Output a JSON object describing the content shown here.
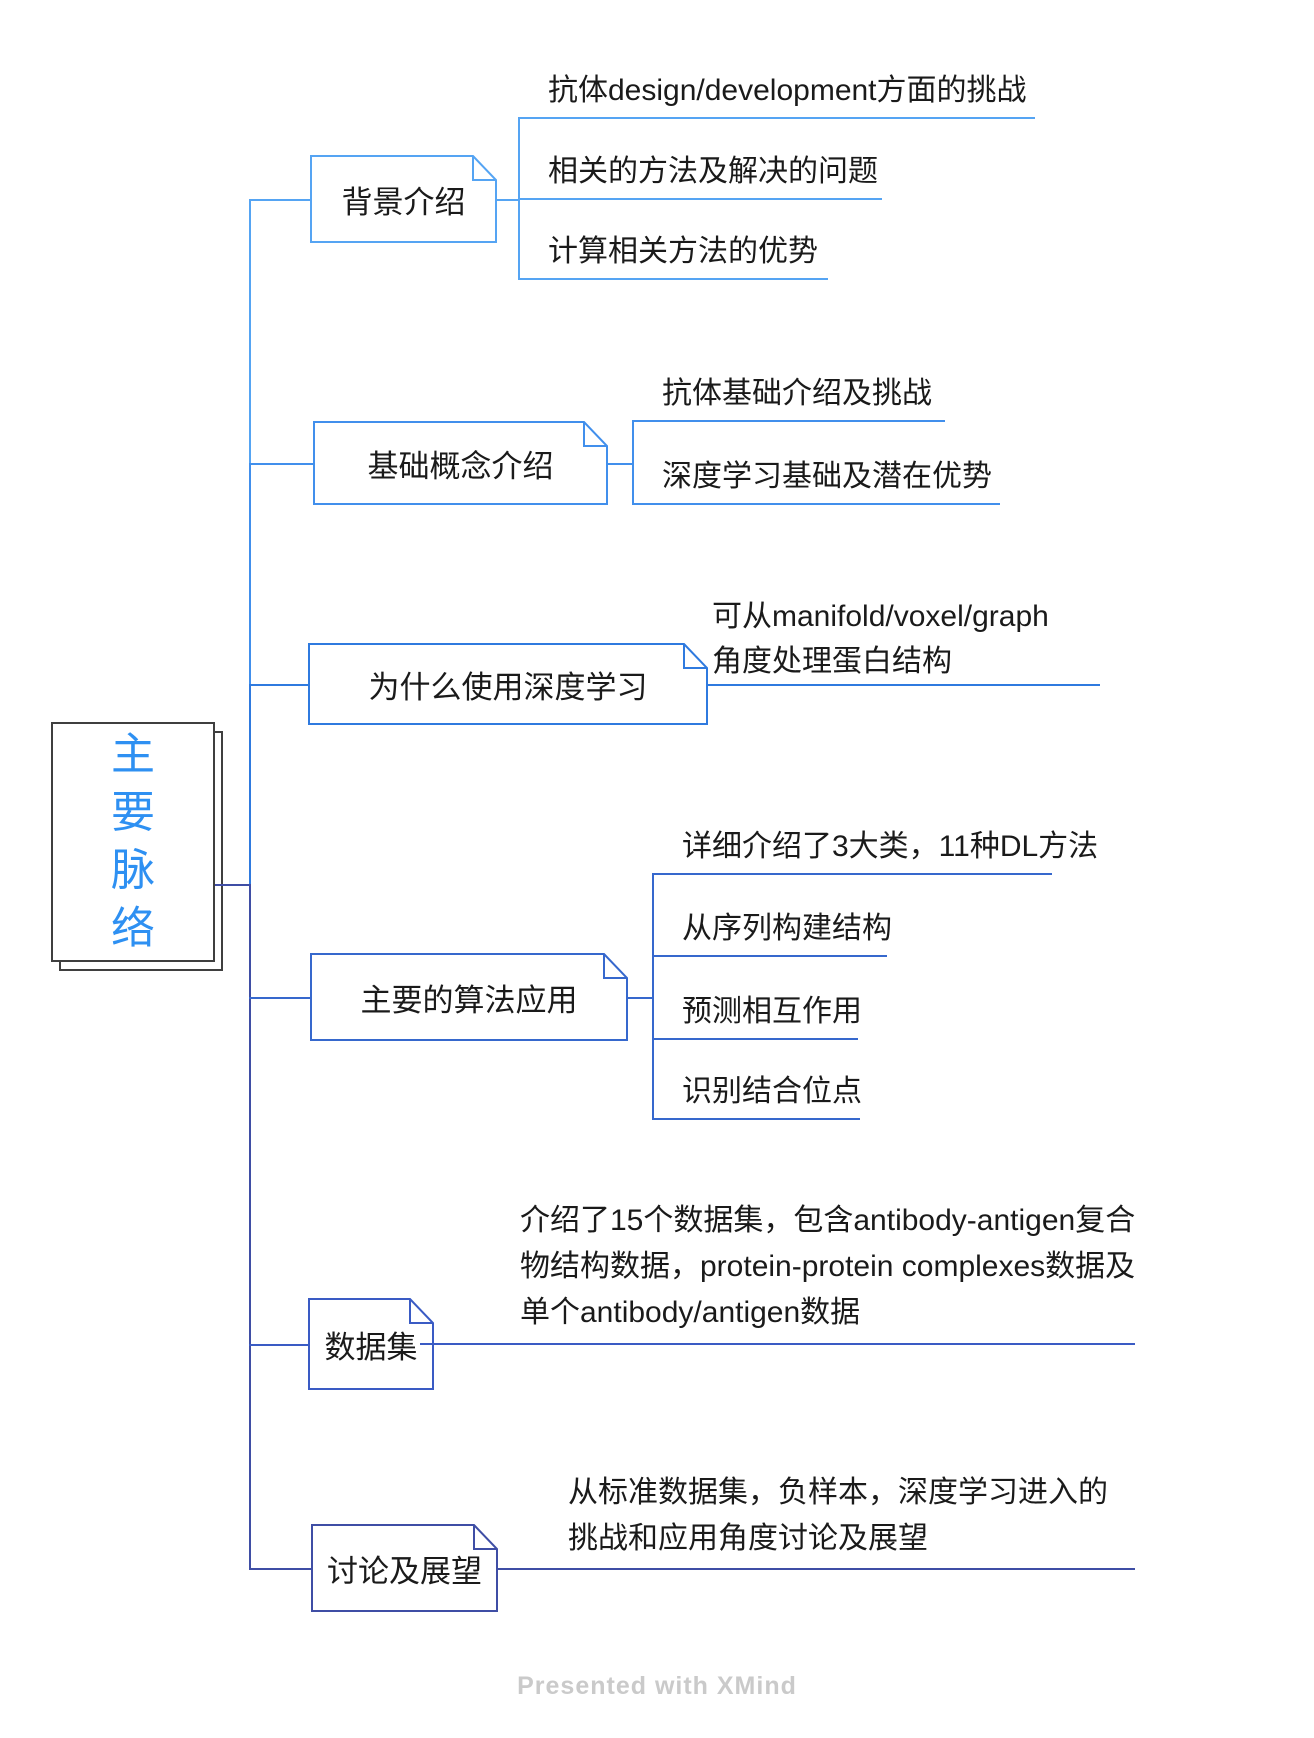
{
  "central_topic": {
    "text": "主要脉络",
    "chars": [
      "主",
      "要",
      "脉",
      "络"
    ],
    "text_color": "#2E90F2",
    "border_color": "#3F3F3F"
  },
  "branches": [
    {
      "label": "背景介绍",
      "color": "#55A4F3",
      "children": [
        {
          "lines": [
            "抗体design/development方面的挑战"
          ]
        },
        {
          "lines": [
            "相关的方法及解决的问题"
          ]
        },
        {
          "lines": [
            "计算相关方法的优势"
          ]
        }
      ]
    },
    {
      "label": "基础概念介绍",
      "color": "#418FEC",
      "children": [
        {
          "lines": [
            "抗体基础介绍及挑战"
          ]
        },
        {
          "lines": [
            "深度学习基础及潜在优势"
          ]
        }
      ]
    },
    {
      "label": "为什么使用深度学习",
      "color": "#2F7ADF",
      "children": [
        {
          "lines": [
            "可从manifold/voxel/graph",
            "角度处理蛋白结构"
          ]
        }
      ]
    },
    {
      "label": "主要的算法应用",
      "color": "#3668CD",
      "children": [
        {
          "lines": [
            "详细介绍了3大类，11种DL方法"
          ]
        },
        {
          "lines": [
            "从序列构建结构"
          ]
        },
        {
          "lines": [
            "预测相互作用"
          ]
        },
        {
          "lines": [
            "识别结合位点"
          ]
        }
      ]
    },
    {
      "label": "数据集",
      "color": "#3A5BC4",
      "children": [
        {
          "lines": [
            "介绍了15个数据集，包含antibody-antigen复合",
            "物结构数据，protein-protein complexes数据及",
            "单个antibody/antigen数据"
          ]
        }
      ]
    },
    {
      "label": "讨论及展望",
      "color": "#3F4EA5",
      "children": [
        {
          "lines": [
            "从标准数据集，负样本，深度学习进入的",
            "挑战和应用角度讨论及展望"
          ]
        }
      ]
    }
  ],
  "footer": {
    "text": "Presented with XMind",
    "color": "#CACACA"
  }
}
